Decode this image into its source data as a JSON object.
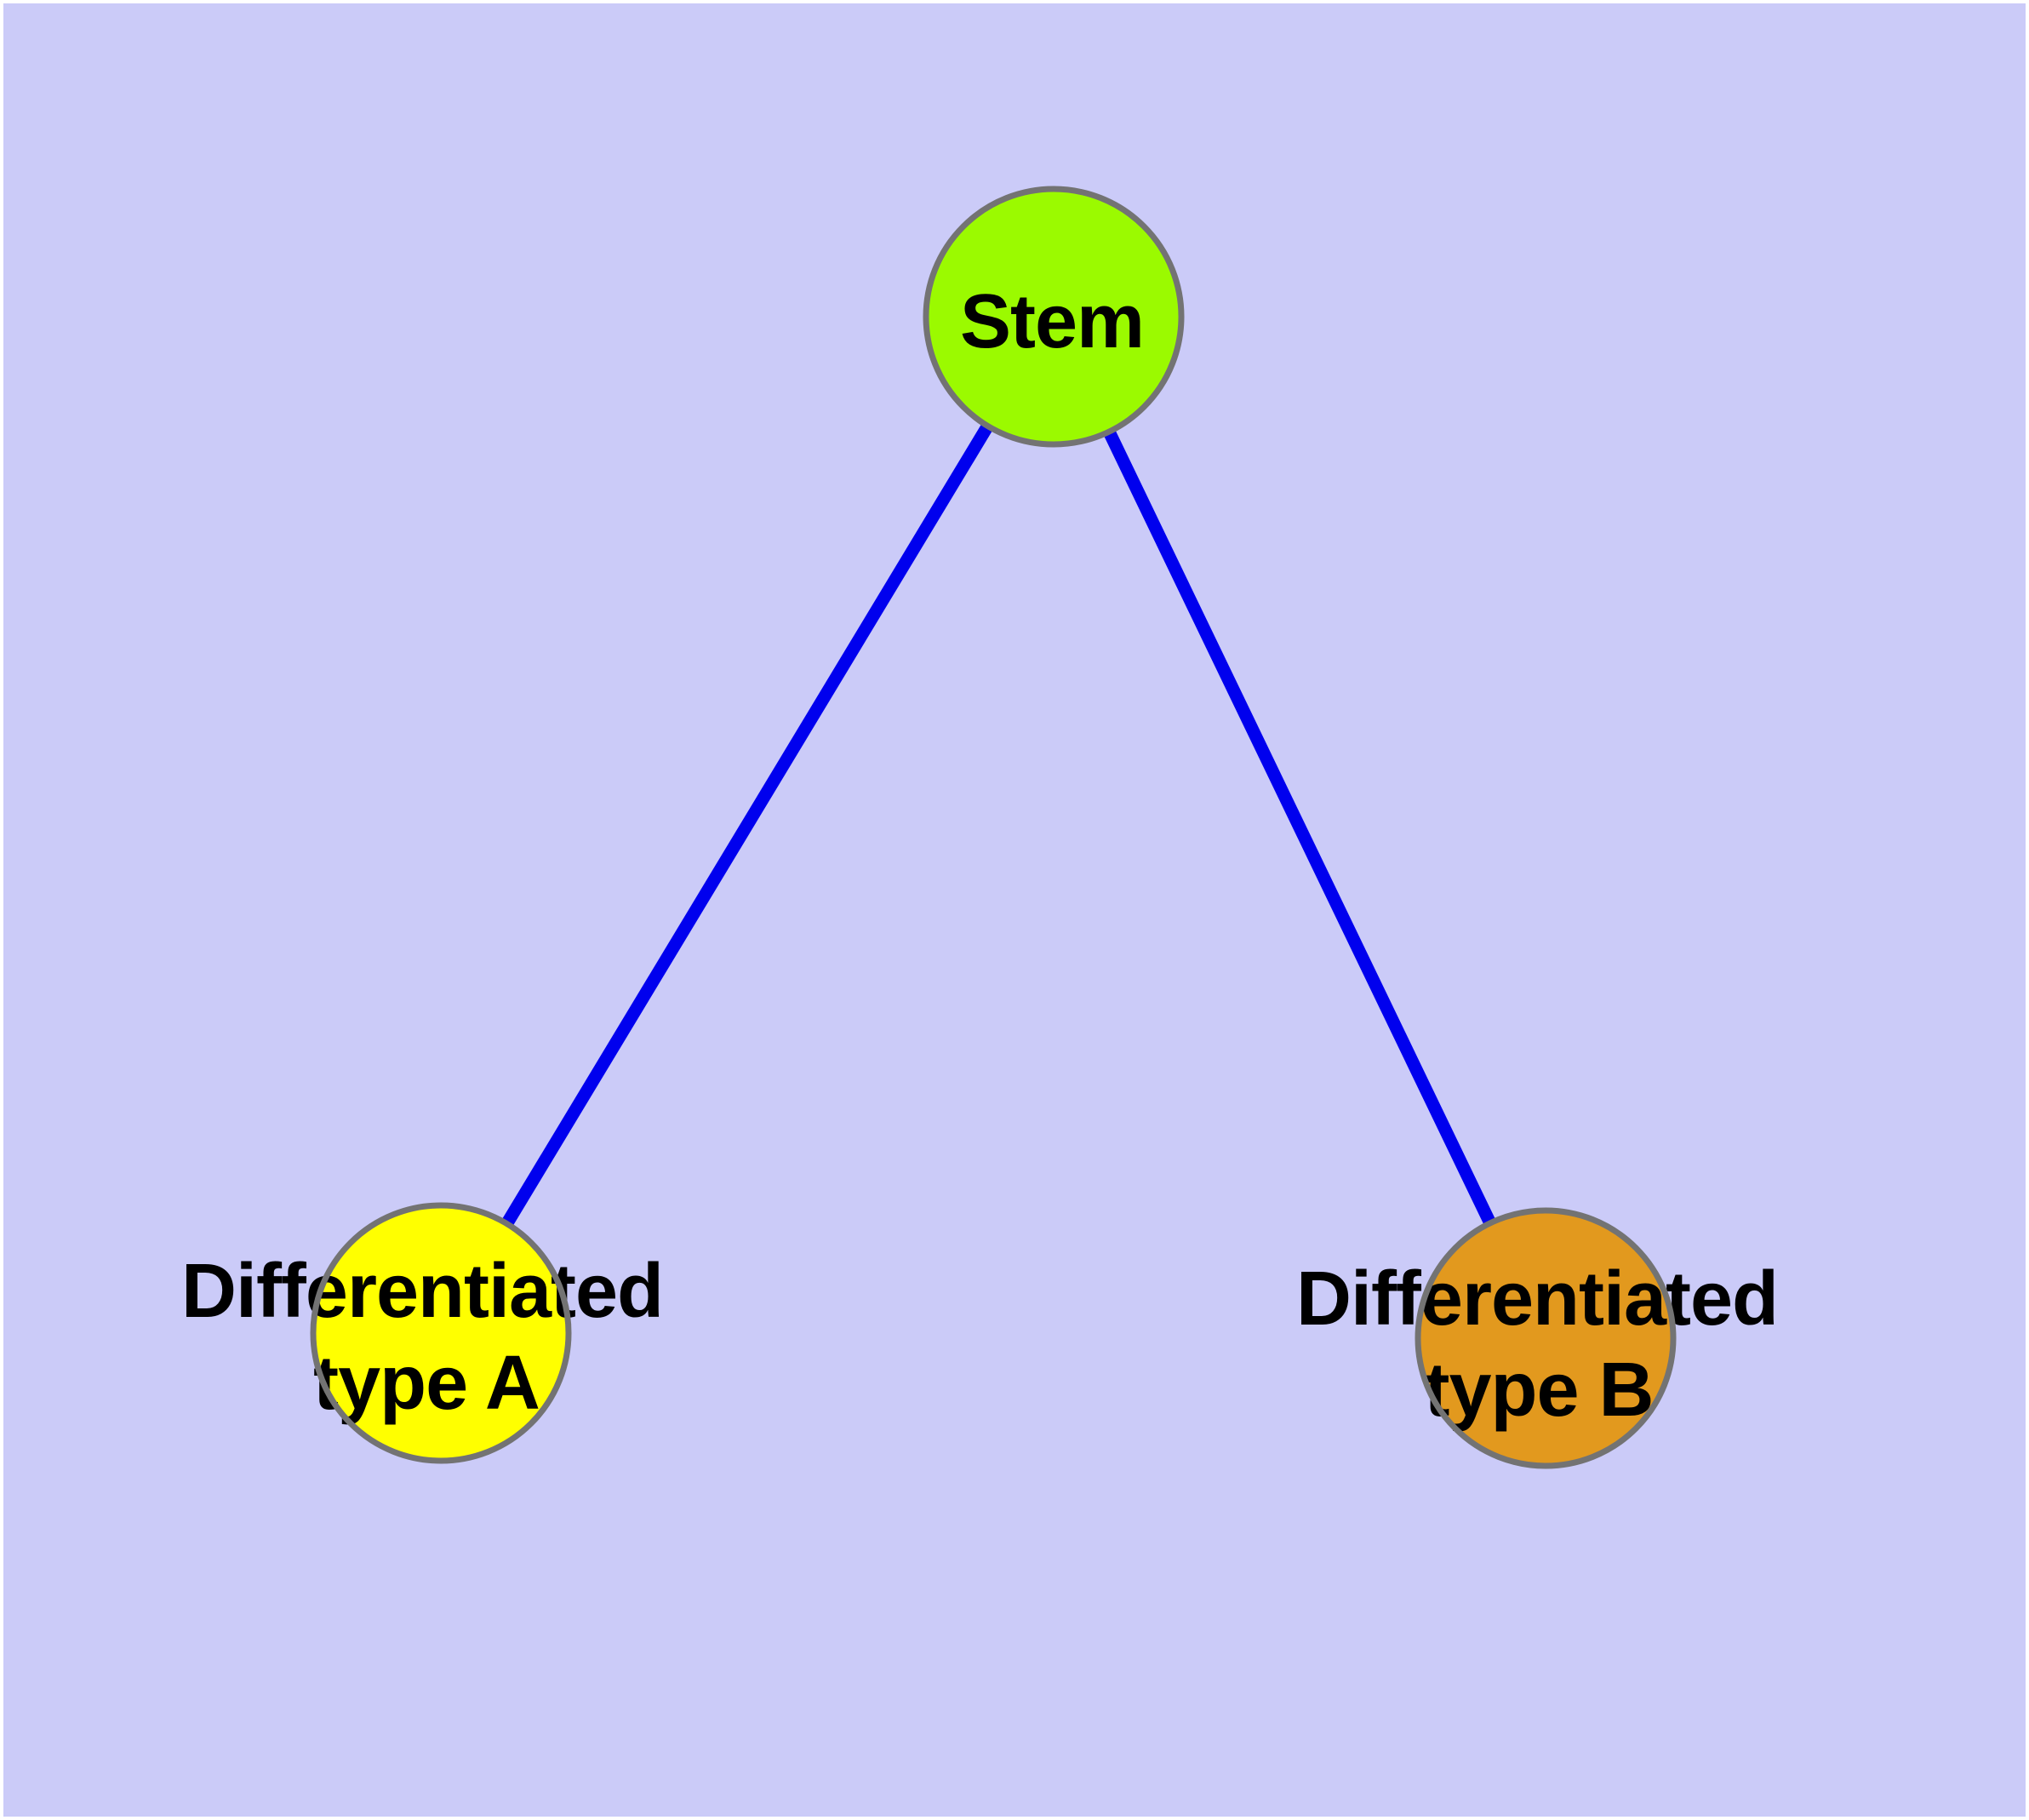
{
  "diagram": {
    "title": "Stem cell differentiation graph",
    "colors": {
      "frame": "#ffffff",
      "background": "#cbcbf8",
      "edge": "#0000ee",
      "node_border": "#737373",
      "text": "#000000",
      "stem_fill": "#9bfa00",
      "type_a_fill": "#ffff00",
      "type_b_fill": "#e2991e"
    },
    "nodes": {
      "stem": {
        "label": "Stem",
        "fill": "#9bfa00"
      },
      "type_a": {
        "label": "Differentiated type A",
        "lines": [
          "Differentiated",
          "type A"
        ],
        "fill": "#ffff00"
      },
      "type_b": {
        "label": "Differentiated type B",
        "lines": [
          "Differentiated",
          "type B"
        ],
        "fill": "#e2991e"
      }
    },
    "edges": [
      {
        "from": "Stem",
        "to": "Differentiated type A"
      },
      {
        "from": "Stem",
        "to": "Differentiated type B"
      }
    ]
  }
}
